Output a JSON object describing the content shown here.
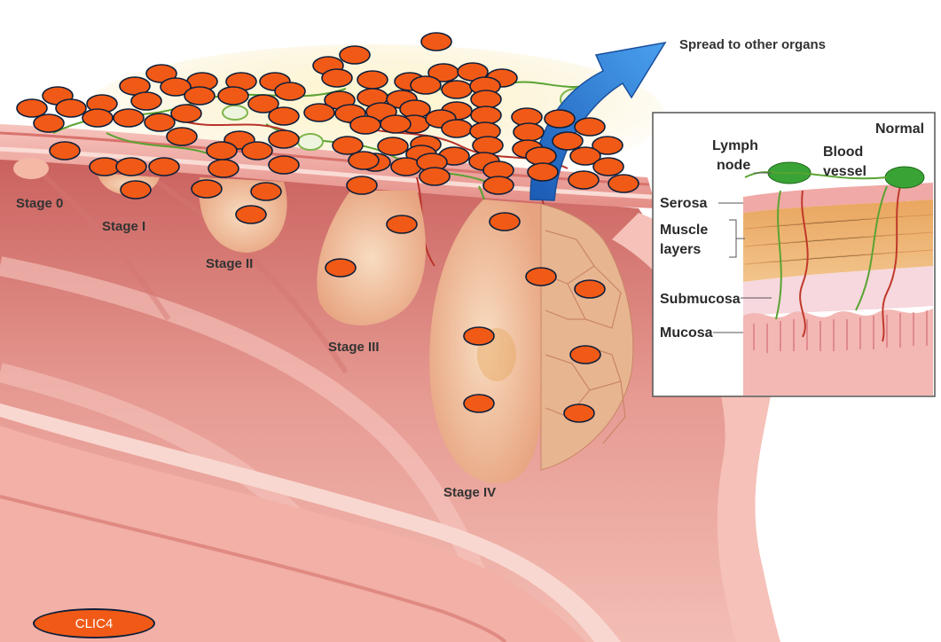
{
  "figure": {
    "spread_label": "Spread to other organs",
    "stages": [
      "Stage 0",
      "Stage I",
      "Stage II",
      "Stage III",
      "Stage IV"
    ],
    "inset": {
      "title": "Normal",
      "lymph_node_line1": "Lymph",
      "lymph_node_line2": "node",
      "blood_vessel_line1": "Blood",
      "blood_vessel_line2": "vessel",
      "serosa": "Serosa",
      "muscle_line1": "Muscle",
      "muscle_line2": "layers",
      "submucosa": "Submucosa",
      "mucosa": "Mucosa"
    }
  },
  "legend": {
    "label": "CLIC4",
    "marker_color": "#f15a16",
    "outline_color": "#0e1f3a"
  },
  "colors": {
    "tissue": "#f0a7a0",
    "tissue_dark": "#d9736d",
    "fat": "#fbe8a8",
    "tumor": "#f4c9a6",
    "arrow": "#2f7fd8",
    "nerve": "#5aa332"
  }
}
